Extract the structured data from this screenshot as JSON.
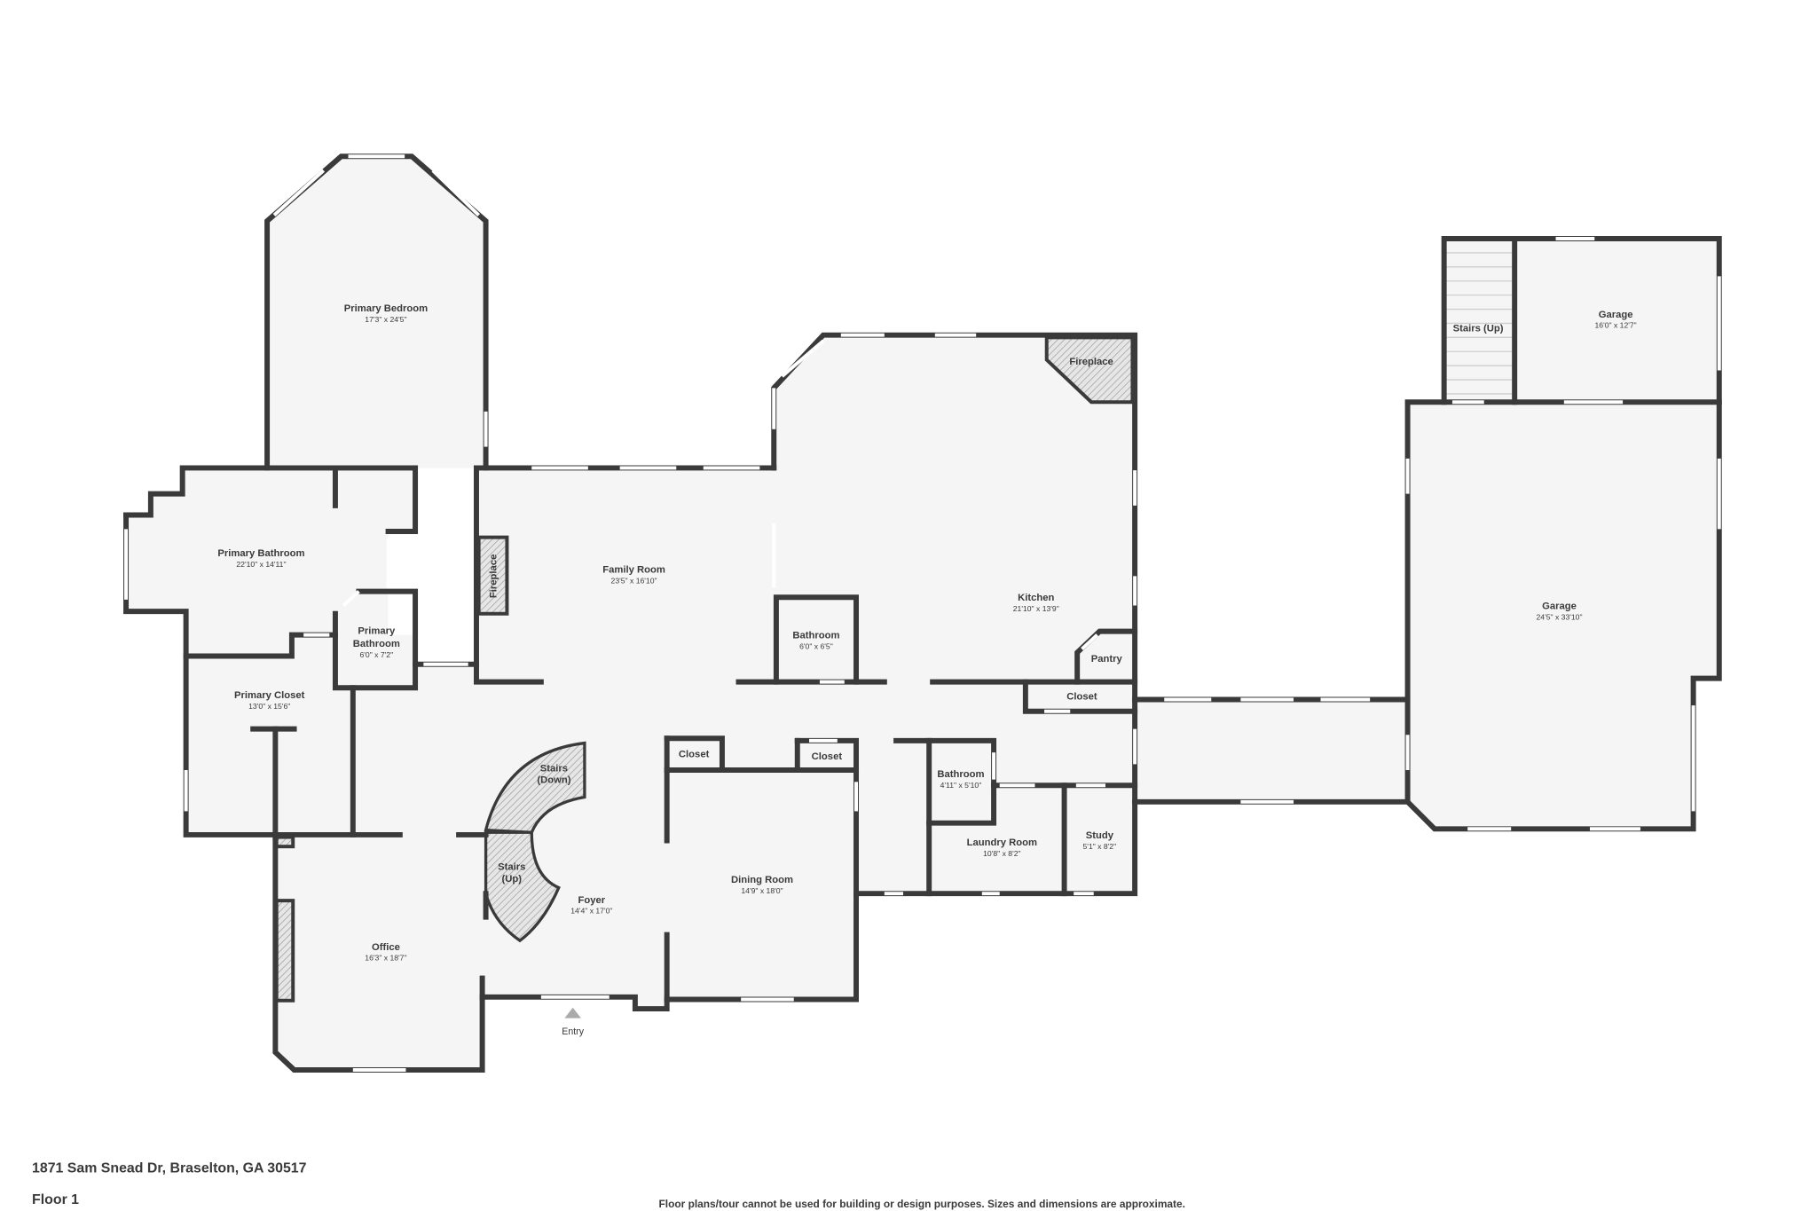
{
  "address": "1871 Sam Snead Dr, Braselton, GA 30517",
  "floor_label": "Floor 1",
  "disclaimer": "Floor plans/tour cannot be used for building or design purposes. Sizes and dimensions are approximate.",
  "entry_label": "Entry",
  "colors": {
    "wall": "#3a3a3a",
    "floor": "#f5f5f5"
  },
  "rooms": {
    "primary_bedroom": {
      "name": "Primary Bedroom",
      "dims": "17'3\" x 24'5\""
    },
    "primary_bathroom": {
      "name": "Primary Bathroom",
      "dims": "22'10\" x 14'11\""
    },
    "primary_bathroom_small": {
      "name_line1": "Primary",
      "name_line2": "Bathroom",
      "dims": "6'0\" x 7'2\""
    },
    "primary_closet": {
      "name": "Primary Closet",
      "dims": "13'0\" x 15'6\""
    },
    "family_room": {
      "name": "Family Room",
      "dims": "23'5\" x 16'10\""
    },
    "family_fireplace": {
      "name": "Fireplace"
    },
    "kitchen": {
      "name": "Kitchen",
      "dims": "21'10\" x 13'9\""
    },
    "kitchen_fireplace": {
      "name": "Fireplace"
    },
    "pantry": {
      "name": "Pantry"
    },
    "bathroom_1": {
      "name": "Bathroom",
      "dims": "6'0\" x 6'5\""
    },
    "closet_kitchen": {
      "name": "Closet"
    },
    "closet_a": {
      "name": "Closet"
    },
    "closet_b": {
      "name": "Closet"
    },
    "bathroom_2": {
      "name": "Bathroom",
      "dims": "4'11\" x 5'10\""
    },
    "laundry": {
      "name": "Laundry Room",
      "dims": "10'8\" x 8'2\""
    },
    "study": {
      "name": "Study",
      "dims": "5'1\" x 8'2\""
    },
    "dining": {
      "name": "Dining Room",
      "dims": "14'9\" x 18'0\""
    },
    "foyer": {
      "name": "Foyer",
      "dims": "14'4\" x 17'0\""
    },
    "stairs_down": {
      "name_line1": "Stairs",
      "name_line2": "(Down)"
    },
    "stairs_up": {
      "name_line1": "Stairs",
      "name_line2": "(Up)"
    },
    "office": {
      "name": "Office",
      "dims": "16'3\" x 18'7\""
    },
    "garage_small": {
      "name": "Garage",
      "dims": "16'0\" x 12'7\""
    },
    "garage_stairs": {
      "name": "Stairs (Up)"
    },
    "garage_large": {
      "name": "Garage",
      "dims": "24'5\" x 33'10\""
    }
  }
}
